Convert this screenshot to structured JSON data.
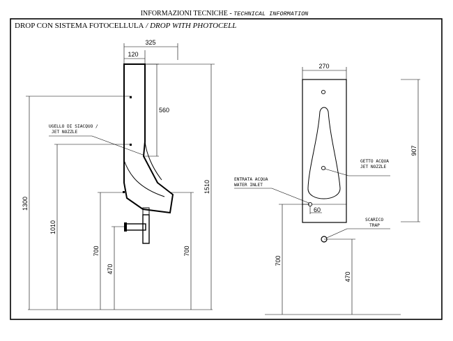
{
  "header": {
    "title_it": "INFORMAZIONI TECNICHE",
    "separator": " - ",
    "title_en": "TECHNICAL INFORMATION"
  },
  "frame": {
    "title_it": "DROP CON SISTEMA FOTOCELLULA",
    "separator": " / ",
    "title_en": "DROP WITH PHOTOCELL"
  },
  "side_view": {
    "dim_width_total": "325",
    "dim_depth_top": "120",
    "dim_560": "560",
    "dim_1300": "1300",
    "dim_1010": "1010",
    "dim_1510": "1510",
    "dim_700_left": "700",
    "dim_470": "470",
    "dim_700_right": "700",
    "nozzle_label_it": "UGELLO DI SIACQUO /",
    "nozzle_label_en": "JET NOZZLE"
  },
  "front_view": {
    "dim_width": "270",
    "dim_907": "907",
    "dim_60": "60",
    "dim_700": "700",
    "dim_470": "470",
    "inlet_label_it": "ENTRATA ACQUA",
    "inlet_label_en": "WATER INLET",
    "jet_label_it": "GETTO ACQUA",
    "jet_label_en": "JET NOZZLE",
    "trap_label_it": "SCARICO",
    "trap_label_en": "TRAP"
  }
}
